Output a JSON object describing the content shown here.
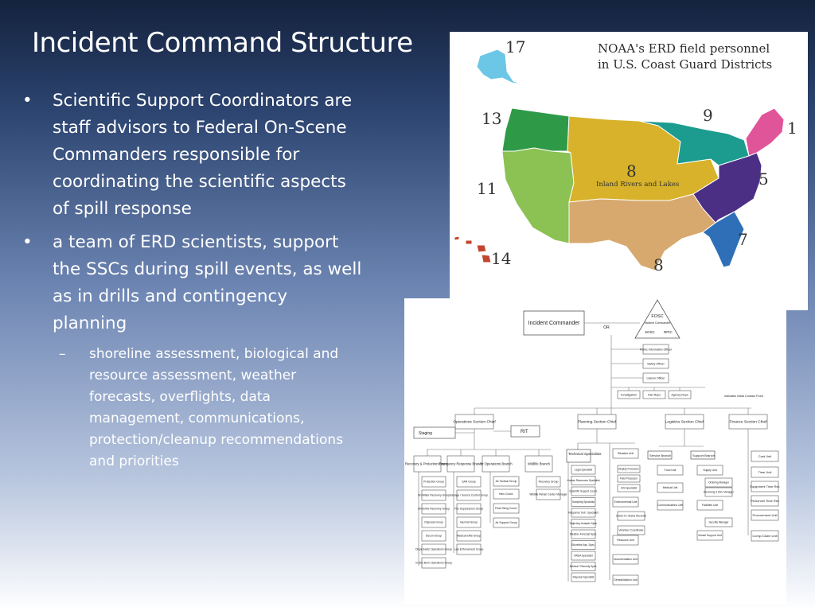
{
  "slide": {
    "title": "Incident Command Structure",
    "bullets": [
      {
        "marker": "•",
        "text": "Scientific Support Coordinators are staff advisors to Federal On-Scene Commanders responsible for coordinating the scientific aspects of spill response"
      },
      {
        "marker": "•",
        "text": "a team of ERD scientists, support the SSCs during spill events, as well as in drills and contingency planning"
      }
    ],
    "sub_bullets": [
      {
        "marker": "–",
        "text": "shoreline assessment, biological and resource assessment, weather forecasts, overflights, data management, communications, protection/cleanup recommendations and priorities"
      }
    ]
  },
  "map": {
    "title_line1": "NOAA's ERD field personnel",
    "title_line2": "in U.S. Coast Guard Districts",
    "districts": {
      "d17": "17",
      "d13": "13",
      "d11": "11",
      "d14": "14",
      "d9": "9",
      "d1": "1",
      "d8a": "8",
      "d8b": "8",
      "d5": "5",
      "d7": "7"
    },
    "region_label": "Inland Rivers and Lakes",
    "colors": {
      "d13": "#2e9a48",
      "d11": "#8cc153",
      "d8": "#d8b22a",
      "d8south": "#d7a96e",
      "d9": "#1b9c8f",
      "d1": "#e0559a",
      "d5": "#4b2f84",
      "d7": "#2e6fb8",
      "d14": "#c2452d",
      "d17": "#6cc6e6"
    }
  },
  "org": {
    "incident_commander": "Incident Commander",
    "or": "OR",
    "fosc": "FOSC",
    "fosc_inner": "Incident Commander",
    "tri_left": "SOSC",
    "tri_right": "RPIC",
    "command_staff": [
      "Public Information Officer",
      "Safety Officer",
      "Liaison Officer"
    ],
    "agency_row": [
      "Investigation",
      "Intel Reps",
      "Agency Reps"
    ],
    "agency_note": "Indicates initial Contact Point",
    "sections": [
      "Operations Section Chief",
      "Planning Section Chief",
      "Logistics Section Chief",
      "Finance Section Chief"
    ],
    "staging": "Staging",
    "rit": "RIT",
    "ops_branches": [
      "Recovery & Protection Branch",
      "Emergency Response Branch",
      "Air Operations Branch",
      "Wildlife Branch"
    ],
    "recovery_groups": [
      "Protection Group",
      "On-Water Recovery Group",
      "Shoreline Recovery Group",
      "Disposal Group",
      "Decon Group",
      "Dispersants Operations Group",
      "In-Situ Burn Operations Group"
    ],
    "emergency_groups": [
      "SAR Group",
      "Salvage / Source Control Group",
      "Fire Suppression Group",
      "Hazmat Group",
      "Medical EMS Group",
      "Law Enforcement Group"
    ],
    "air_groups": [
      "Air Tactical Group",
      "Helo Coord.",
      "Fixed Wing Coord.",
      "Air Support Group"
    ],
    "wildlife_groups": [
      "Recovery Group",
      "Wildlife Rehab Center Manager"
    ],
    "tech_specialists": "Technical Specialists",
    "tech_list": [
      "Legal Specialist",
      "Human Resources Specialist",
      "Scientific Support Coord.",
      "Sampling Specialist",
      "Response Tech. Specialist",
      "Trajectory Analysis Spec.",
      "Weather Forecast Spec.",
      "Shoreline Ass. Spec.",
      "NRDA Specialist",
      "Medical / Remedy Spec.",
      "Disposal Specialist"
    ],
    "planning_units": [
      "Situation Unit",
      "Environmental Unit",
      "Resource Unit",
      "Documentation Unit",
      "Demobilization Unit"
    ],
    "situation_sub": [
      "Display Processor",
      "Field Processor",
      "GIS Specialist"
    ],
    "resource_sub": [
      "Check-In / Status Recorder",
      "Volunteer Coordinator"
    ],
    "service_branch": "Service Branch",
    "support_branch": "Support Branch",
    "service_units": [
      "Food Unit",
      "Medical Unit",
      "Communications Unit"
    ],
    "support_units": [
      "Supply Unit",
      "Facilities Unit",
      "Vessel Support Unit"
    ],
    "support_sub": [
      "Ordering Manager",
      "Receiving & Dist. Manager",
      "Security Manager"
    ],
    "finance_units": [
      "Cost Unit",
      "Time Unit",
      "Equipment Time Rec",
      "Personnel Time Rec",
      "Procurement Unit",
      "Comp./Claim Unit"
    ]
  }
}
